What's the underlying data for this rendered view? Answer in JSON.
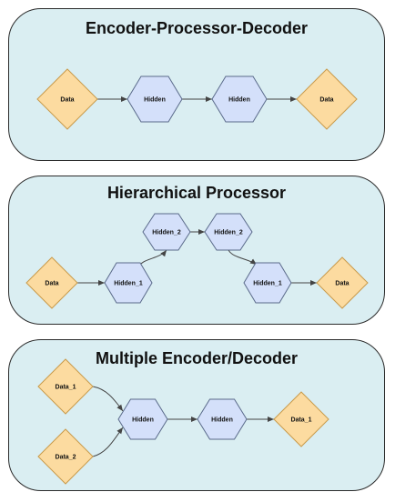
{
  "colors": {
    "panel_fill": "#daeef2",
    "panel_border": "#2b2b2b",
    "data_fill": "#fcdba0",
    "data_stroke": "#c99a4a",
    "hidden_fill": "#d4e0fa",
    "hidden_stroke": "#5a6a8a",
    "edge": "#444444"
  },
  "panels": [
    {
      "title": "Encoder-Processor-Decoder",
      "nodes": [
        {
          "id": "p1_data_in",
          "kind": "data",
          "label": "Data"
        },
        {
          "id": "p1_hidden_a",
          "kind": "hidden",
          "label": "Hidden"
        },
        {
          "id": "p1_hidden_b",
          "kind": "hidden",
          "label": "Hidden"
        },
        {
          "id": "p1_data_out",
          "kind": "data",
          "label": "Data"
        }
      ]
    },
    {
      "title": "Hierarchical Processor",
      "nodes": [
        {
          "id": "p2_data_in",
          "kind": "data",
          "label": "Data"
        },
        {
          "id": "p2_hidden1_a",
          "kind": "hidden",
          "label": "Hidden_1"
        },
        {
          "id": "p2_hidden2_a",
          "kind": "hidden",
          "label": "Hidden_2"
        },
        {
          "id": "p2_hidden2_b",
          "kind": "hidden",
          "label": "Hidden_2"
        },
        {
          "id": "p2_hidden1_b",
          "kind": "hidden",
          "label": "Hidden_1"
        },
        {
          "id": "p2_data_out",
          "kind": "data",
          "label": "Data"
        }
      ]
    },
    {
      "title": "Multiple Encoder/Decoder",
      "nodes": [
        {
          "id": "p3_data1",
          "kind": "data",
          "label": "Data_1"
        },
        {
          "id": "p3_data2",
          "kind": "data",
          "label": "Data_2"
        },
        {
          "id": "p3_hidden_a",
          "kind": "hidden",
          "label": "Hidden"
        },
        {
          "id": "p3_hidden_b",
          "kind": "hidden",
          "label": "Hidden"
        },
        {
          "id": "p3_data_out",
          "kind": "data",
          "label": "Data_1"
        }
      ]
    }
  ]
}
